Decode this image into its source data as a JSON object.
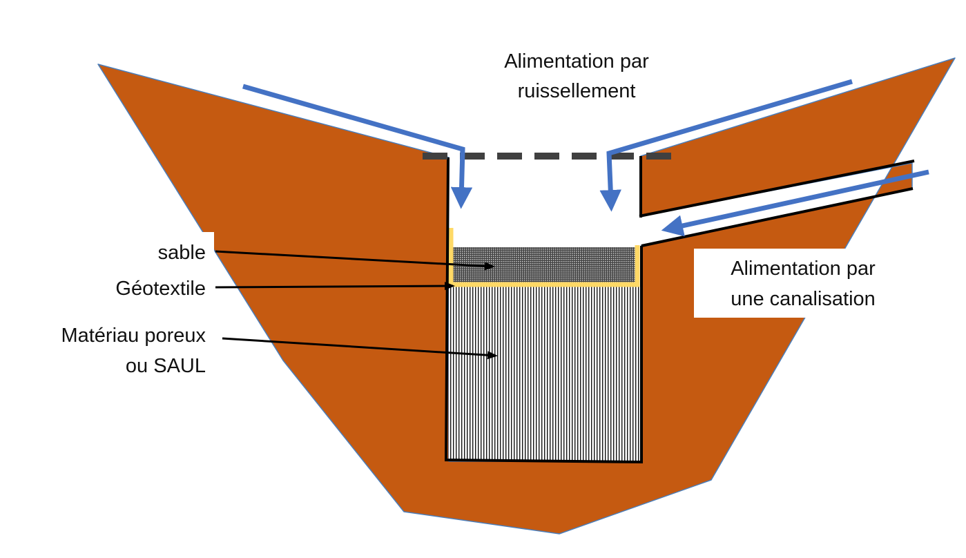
{
  "labels": {
    "runoff_line1": "Alimentation par",
    "runoff_line2": "ruissellement",
    "pipe_line1": "Alimentation par",
    "pipe_line2": "une canalisation",
    "sand": "sable",
    "geotextile": "Géotextile",
    "porous_line1": "Matériau poreux",
    "porous_line2": "ou SAUL"
  },
  "colors": {
    "soil": "#C55A11",
    "soil_edge": "#4A7EBB",
    "water_arrow": "#4472C4",
    "geotextile": "#FFD966",
    "dashed_line": "#404040",
    "wall": "#000000"
  }
}
